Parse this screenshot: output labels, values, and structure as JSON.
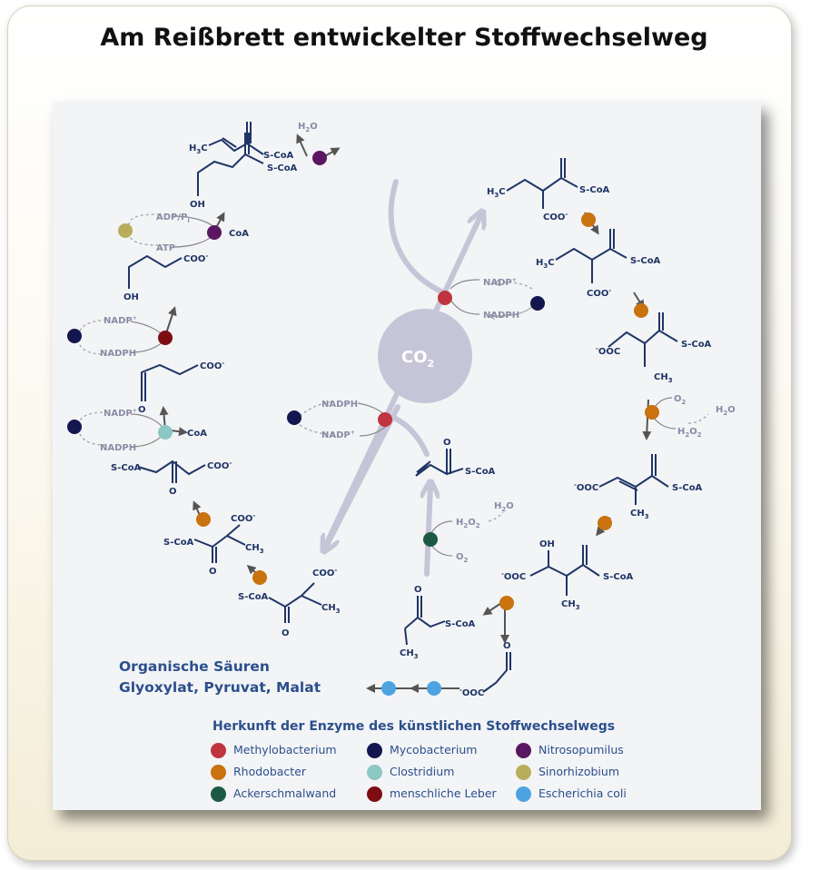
{
  "title": "Am Reißbrett entwickelter Stoffwechselweg",
  "center": {
    "co2": "CO",
    "co2_sub": "2"
  },
  "labels": {
    "nadp": "NADP",
    "nadp_sup": "+",
    "nadph": "NADPH",
    "adp": "ADP/P",
    "adp_sub": "i",
    "atp": "ATP",
    "coa": "CoA",
    "h2o": "H",
    "h2o_tail": "O",
    "sub2": "2",
    "h2o2": "H",
    "o2": "O",
    "scoa": "S-CoA",
    "coo_minus": "COO",
    "ooc_minus": "OOC",
    "minus": "-",
    "ch3": "CH",
    "sub3": "3",
    "h3c": "H",
    "c": "C",
    "oh": "OH",
    "o": "O"
  },
  "products": {
    "heading": "Organische Säuren",
    "list": "Glyoxylat, Pyruvat, Malat"
  },
  "legend": {
    "title": "Herkunft der Enzyme des künstlichen Stoffwechselwegs",
    "items": [
      {
        "name": "Methylobacterium",
        "color": "#c0343f"
      },
      {
        "name": "Mycobacterium",
        "color": "#14164f"
      },
      {
        "name": "Nitrosopumilus",
        "color": "#5a1660"
      },
      {
        "name": "Rhodobacter",
        "color": "#c9720f"
      },
      {
        "name": "Clostridium",
        "color": "#8cc7c4"
      },
      {
        "name": "Sinorhizobium",
        "color": "#b9ad5c"
      },
      {
        "name": "Ackerschmalwand",
        "color": "#1e5946"
      },
      {
        "name": "menschliche Leber",
        "color": "#7e0d13"
      },
      {
        "name": "Escherichia coli",
        "color": "#4da3e0"
      }
    ]
  }
}
